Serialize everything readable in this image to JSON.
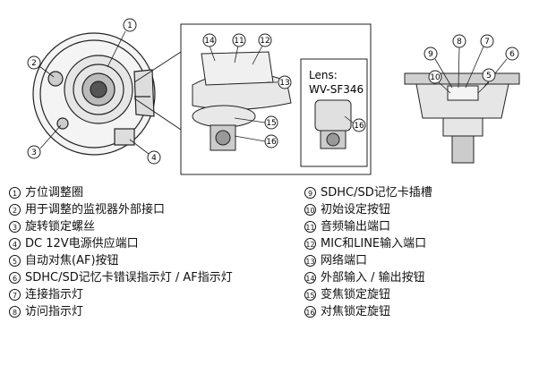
{
  "lens_box": {
    "line1": "Lens:",
    "line2": "WV-SF346"
  },
  "callouts": [
    "1",
    "2",
    "3",
    "4",
    "5",
    "6",
    "7",
    "8",
    "9",
    "10",
    "11",
    "12",
    "13",
    "14",
    "15",
    "16"
  ],
  "legend_left": [
    {
      "n": "1",
      "text": "方位调整圈"
    },
    {
      "n": "2",
      "text": "用于调整的监视器外部接口"
    },
    {
      "n": "3",
      "text": "旋转锁定螺丝"
    },
    {
      "n": "4",
      "text": "DC 12V电源供应端口"
    },
    {
      "n": "5",
      "text": "自动对焦(AF)按钮"
    },
    {
      "n": "6",
      "text": "SDHC/SD记忆卡错误指示灯 / AF指示灯"
    },
    {
      "n": "7",
      "text": "连接指示灯"
    },
    {
      "n": "8",
      "text": "访问指示灯"
    }
  ],
  "legend_right": [
    {
      "n": "9",
      "text": "SDHC/SD记忆卡插槽"
    },
    {
      "n": "10",
      "text": "初始设定按钮"
    },
    {
      "n": "11",
      "text": "音频输出端口"
    },
    {
      "n": "12",
      "text": "MIC和LINE输入端口"
    },
    {
      "n": "13",
      "text": "网络端口"
    },
    {
      "n": "14",
      "text": "外部输入 / 输出按钮"
    },
    {
      "n": "15",
      "text": "变焦锁定旋钮"
    },
    {
      "n": "16",
      "text": "对焦锁定旋钮"
    }
  ]
}
